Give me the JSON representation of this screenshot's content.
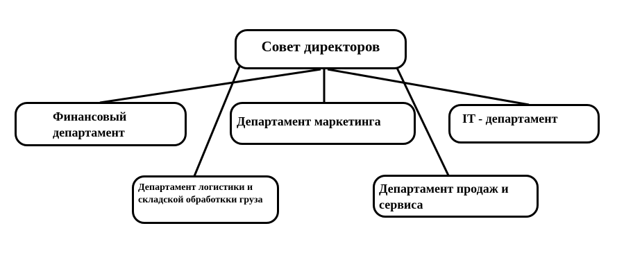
{
  "diagram": {
    "root": {
      "label": "Совет директоров"
    },
    "departments": [
      {
        "id": "finance",
        "label": "Финансовый департамент"
      },
      {
        "id": "marketing",
        "label": "Департамент маркетинга"
      },
      {
        "id": "it",
        "label": "IT - департамент"
      },
      {
        "id": "logistics",
        "label": "Департамент логистики и складской обработкки груза"
      },
      {
        "id": "sales",
        "label": "Департамент продаж и сервиса"
      }
    ],
    "colors": {
      "line": "#000000",
      "box_border": "#000000",
      "background": "#ffffff"
    }
  }
}
